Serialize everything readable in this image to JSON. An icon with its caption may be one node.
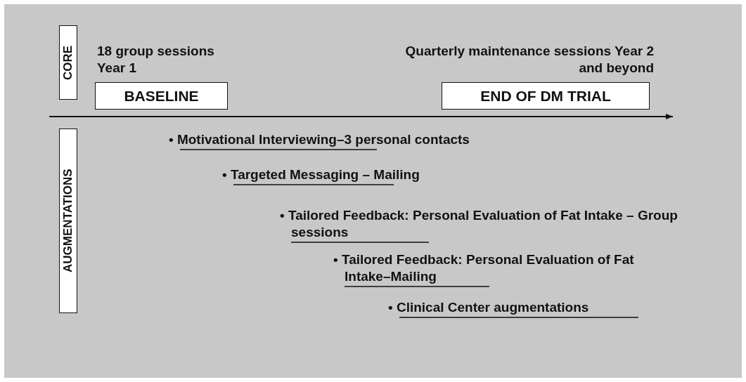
{
  "diagram": {
    "nodes": [
      {
        "text": [
          "CORE"
        ]
      },
      {
        "text": [
          "BASELINE"
        ],
        "beside": [
          "18 group sessions Year 1"
        ]
      },
      {
        "text": [
          "END OF DM TRIAL"
        ],
        "beside": [
          "Quarterly maintenance sessions Year 2 and beyond"
        ]
      },
      {
        "text": [
          "AUGMENTATIONS"
        ]
      }
    ],
    "labels": [
      "• Motivational Interviewing–3 personal contacts",
      "• Targeted Messaging – Mailing",
      "• Tailored Feedback: Personal Evaluation of Fat Intake – Group sessions",
      "• Tailored Feedback: Personal Evaluation of Fat Intake–Mailing",
      "• Clinical Center augmentations"
    ]
  }
}
